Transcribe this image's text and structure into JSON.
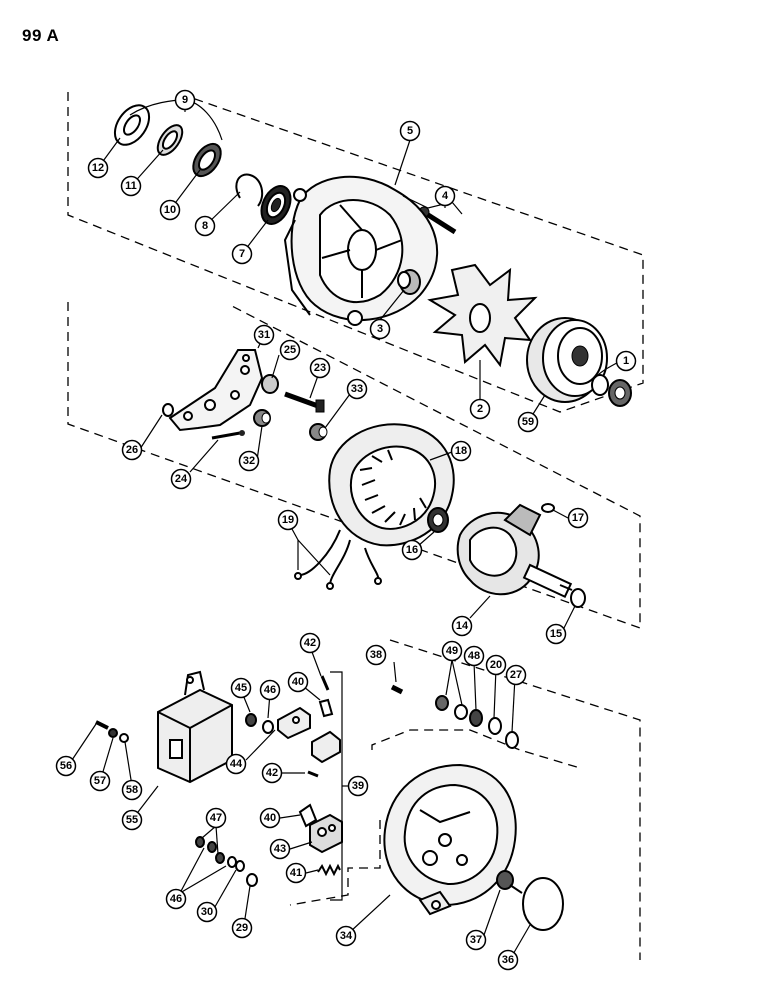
{
  "page": {
    "number": "99 A"
  },
  "callouts": {
    "c1": "1",
    "c2": "2",
    "c3": "3",
    "c4": "4",
    "c5": "5",
    "c7": "7",
    "c8": "8",
    "c9": "9",
    "c10": "10",
    "c11": "11",
    "c12": "12",
    "c14": "14",
    "c15": "15",
    "c16": "16",
    "c17": "17",
    "c18": "18",
    "c19": "19",
    "c20": "20",
    "c23": "23",
    "c24": "24",
    "c25": "25",
    "c26": "26",
    "c27": "27",
    "c29": "29",
    "c30": "30",
    "c31": "31",
    "c32": "32",
    "c33": "33",
    "c34": "34",
    "c36": "36",
    "c37": "37",
    "c38": "38",
    "c39": "39",
    "c40a": "40",
    "c40b": "40",
    "c41": "41",
    "c42a": "42",
    "c42b": "42",
    "c43": "43",
    "c44": "44",
    "c45": "45",
    "c46a": "46",
    "c46b": "46",
    "c47": "47",
    "c48": "48",
    "c49": "49",
    "c55": "55",
    "c56": "56",
    "c57": "57",
    "c58": "58",
    "c59": "59"
  }
}
